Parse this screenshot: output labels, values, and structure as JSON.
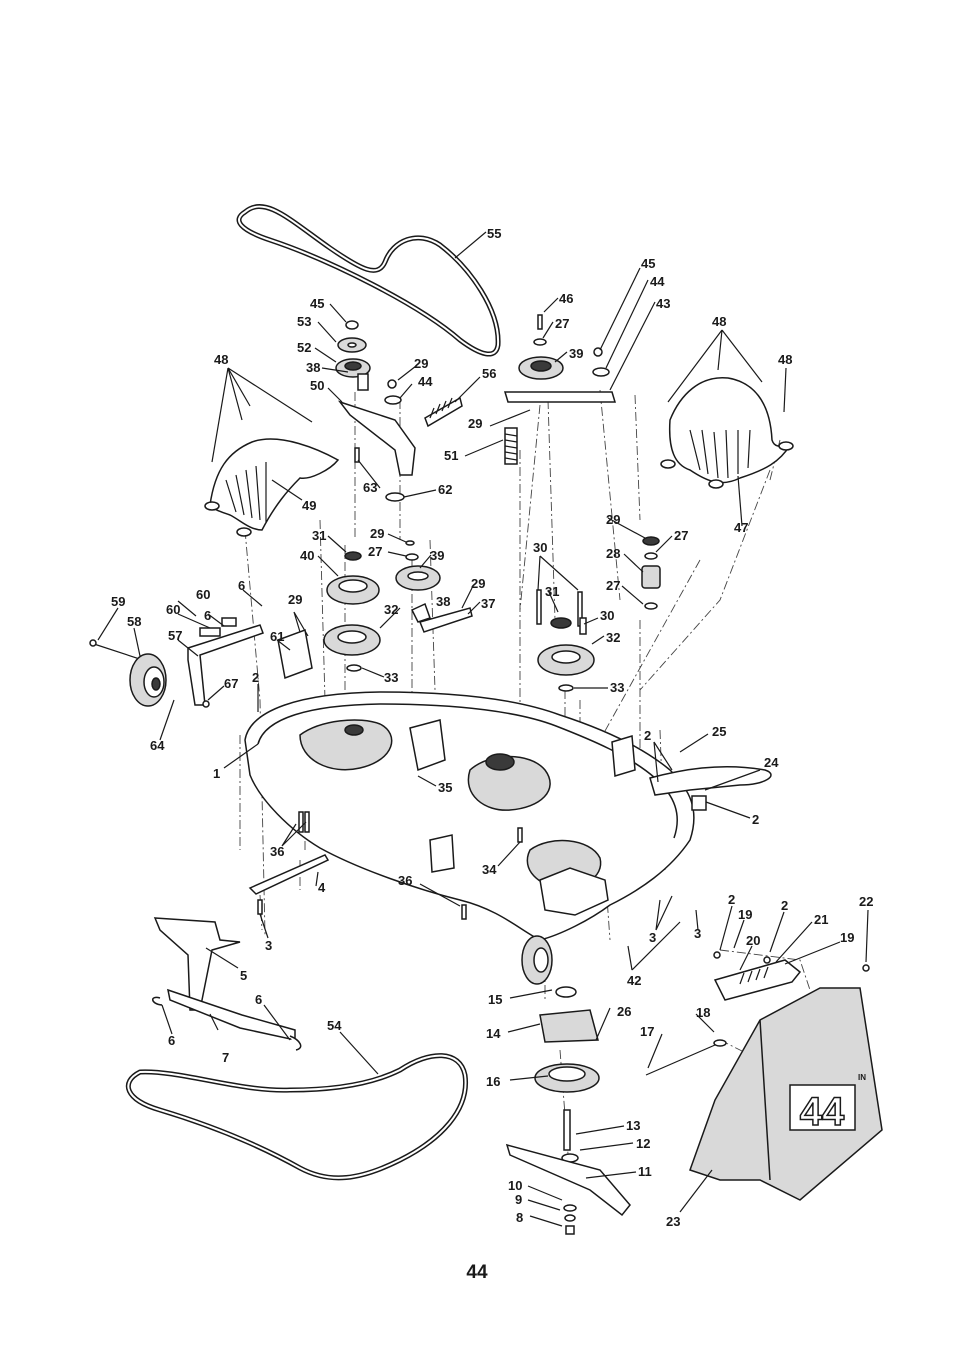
{
  "page_number": "44",
  "deck_badge_text": "44",
  "deck_badge_superscript": "IN",
  "callouts": [
    "55",
    "45",
    "46",
    "27",
    "39",
    "44",
    "43",
    "48",
    "45",
    "53",
    "52",
    "38",
    "50",
    "29",
    "44",
    "56",
    "29",
    "51",
    "48",
    "48",
    "49",
    "63",
    "62",
    "31",
    "29",
    "27",
    "39",
    "40",
    "32",
    "33",
    "38",
    "29",
    "37",
    "29",
    "27",
    "28",
    "27",
    "30",
    "31",
    "30",
    "32",
    "33",
    "59",
    "58",
    "60",
    "6",
    "60",
    "6",
    "57",
    "61",
    "29",
    "67",
    "64",
    "2",
    "1",
    "35",
    "2",
    "25",
    "24",
    "2",
    "36",
    "4",
    "34",
    "36",
    "3",
    "3",
    "42",
    "3",
    "2",
    "19",
    "2",
    "21",
    "20",
    "19",
    "22",
    "5",
    "6",
    "7",
    "6",
    "54",
    "15",
    "14",
    "26",
    "18",
    "17",
    "16",
    "13",
    "12",
    "11",
    "10",
    "9",
    "8",
    "23",
    "47"
  ]
}
